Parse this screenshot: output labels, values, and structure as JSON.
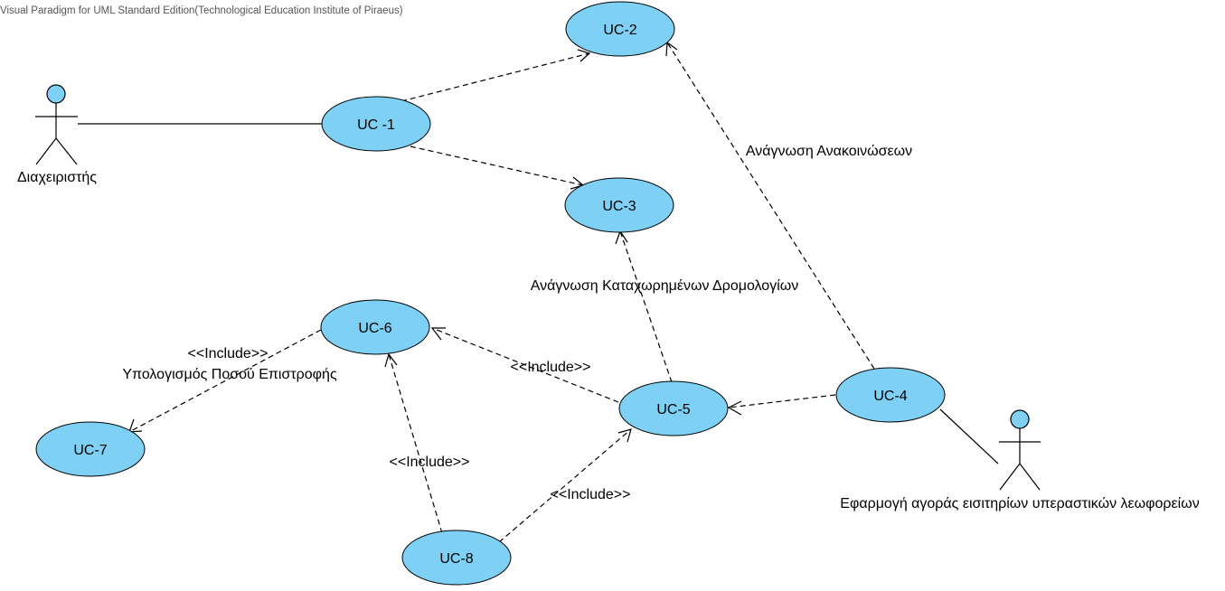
{
  "watermark": "Visual Paradigm for UML Standard Edition(Technological Education Institute of Piraeus)",
  "actors": {
    "admin": {
      "name": "Διαχειριστής"
    },
    "app": {
      "name": "Εφαρμογή αγοράς εισιτηρίων υπεραστικών λεωφορείων"
    }
  },
  "use_cases": {
    "uc1": "UC -1",
    "uc2": "UC-2",
    "uc3": "UC-3",
    "uc4": "UC-4",
    "uc5": "UC-5",
    "uc6": "UC-6",
    "uc7": "UC-7",
    "uc8": "UC-8"
  },
  "labels": {
    "read_announcements": "Ανάγνωση Ανακοινώσεων",
    "read_routes": "Ανάγνωση Καταχωρημένων Δρομολογίων",
    "include_uc6_uc7": "<<Include>>",
    "refund_calc": "Υπολογισμός Ποσού Επιστροφής",
    "include_uc5_uc6": "<<Include>>",
    "include_uc8_uc6": "<<Include>>",
    "include_uc8_uc5": "<<Include>>"
  },
  "colors": {
    "use_case_fill": "#7fd0f5",
    "actor_head_fill": "#7fd0f5",
    "line": "#000000"
  }
}
